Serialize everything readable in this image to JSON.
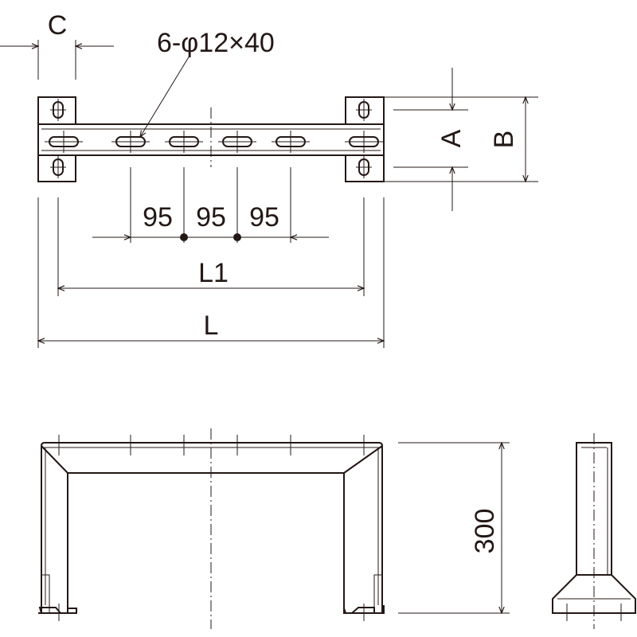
{
  "labels": {
    "c": "C",
    "hole_spec": "6-φ12×40",
    "a": "A",
    "b": "B",
    "pitch_1": "95",
    "pitch_2": "95",
    "pitch_3": "95",
    "l1": "L1",
    "l": "L",
    "height": "300"
  }
}
